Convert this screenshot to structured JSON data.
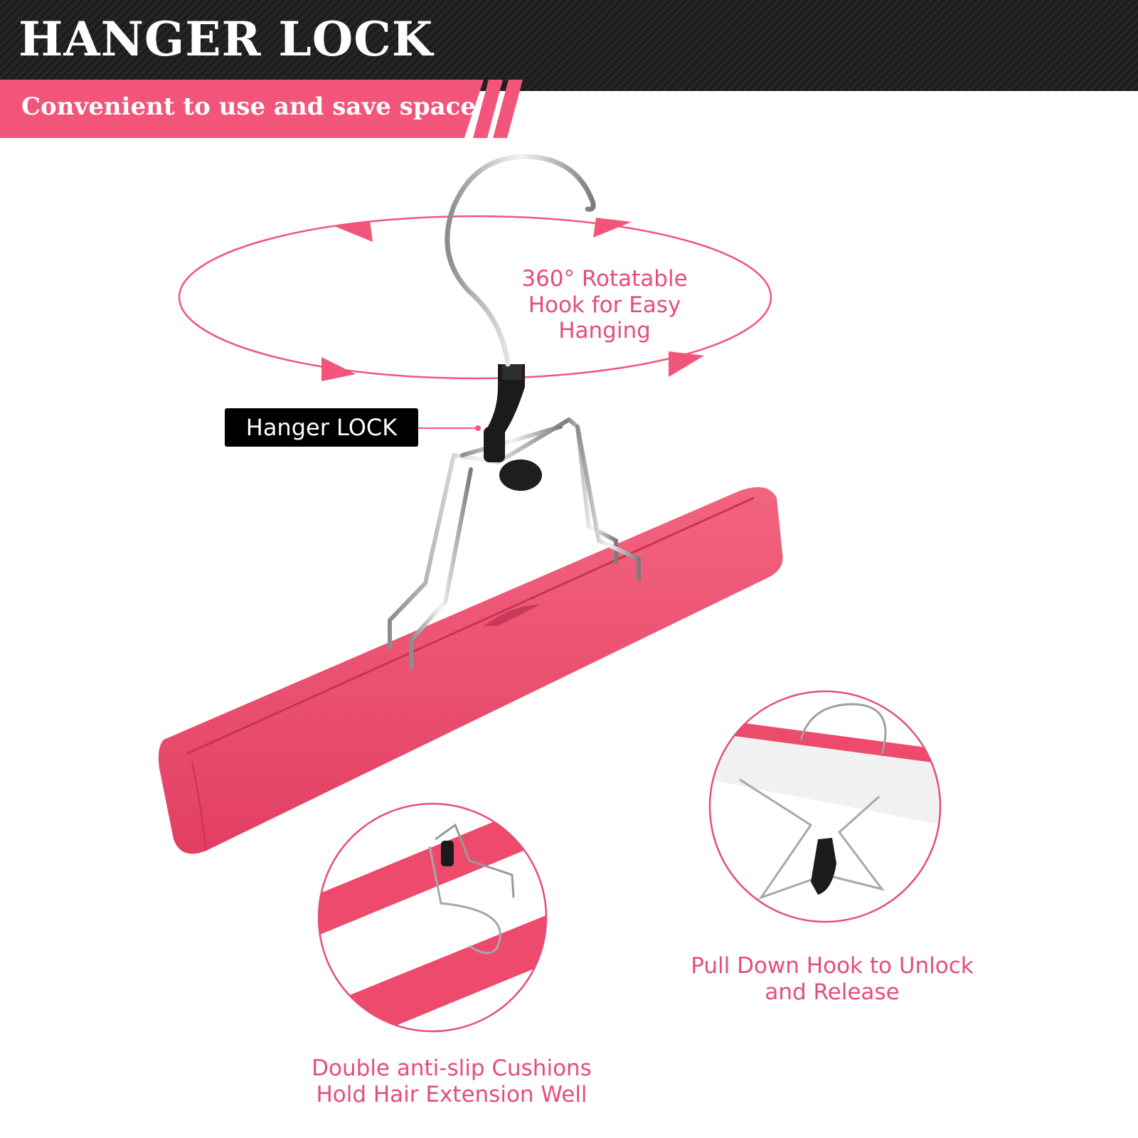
{
  "header": {
    "title": "HANGER LOCK",
    "subtitle": "Convenient to use and save space"
  },
  "callouts": {
    "rotate": "360° Rotatable\nHook for Easy\nHanging",
    "lock_label": "Hanger LOCK",
    "unlock": "Pull Down Hook to Unlock\nand Release",
    "cushion": "Double anti-slip Cushions\nHold Hair Extension Well"
  },
  "colors": {
    "accent_pink": "#f2557a",
    "text_pink": "#e64d78",
    "hanger_body": "#ee4a6c",
    "header_dark": "#1f1f1f"
  },
  "icons": {
    "rotation_arrows": "rotation-arrows-icon",
    "hook": "hook-icon"
  }
}
